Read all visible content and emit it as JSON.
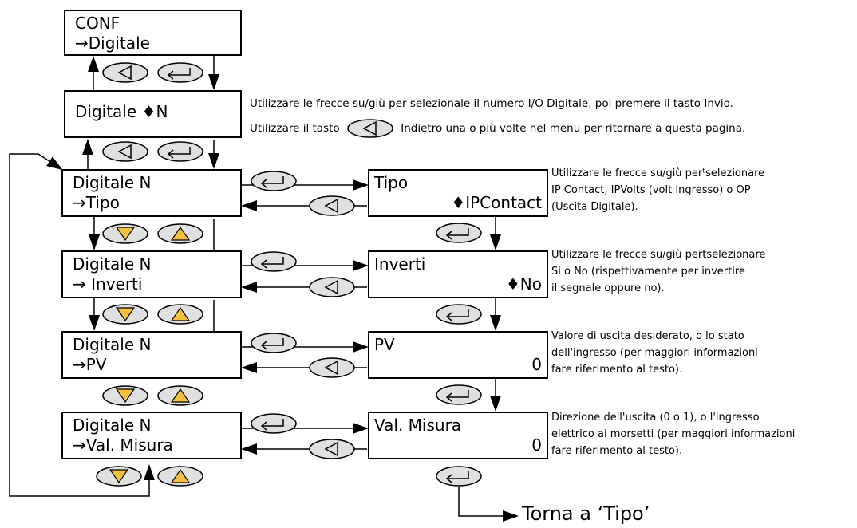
{
  "colors": {
    "up_down_key_fill": "#f5c040",
    "key_fill": "#e0e0e0"
  },
  "boxes": {
    "conf": {
      "line1": "CONF",
      "line2": "→Digitale"
    },
    "digitale_sel": {
      "line1": "Digitale ♦N"
    },
    "tipo_menu": {
      "line1": "Digitale N",
      "line2": "→Tipo"
    },
    "inverti_menu": {
      "line1": "Digitale N",
      "line2": "→ Inverti"
    },
    "pv_menu": {
      "line1": "Digitale N",
      "line2": "→PV"
    },
    "valmisura_menu": {
      "line1": "Digitale N",
      "line2": "→Val. Misura"
    },
    "tipo_val": {
      "line1": "Tipo",
      "line2": "♦IPContact"
    },
    "inverti_val": {
      "line1": "Inverti",
      "line2": "♦No"
    },
    "pv_val": {
      "line1": "PV",
      "line2": "0"
    },
    "valmisura_val": {
      "line1": "Val. Misura",
      "line2": "0"
    }
  },
  "notes": {
    "top1": "Utilizzare le frecce su/giù per selezionale il numero I/O Digitale, poi premere il tasto Invio.",
    "top2_a": "Utilizzare il tasto",
    "top2_b": "Indietro una o più volte nel menu per ritornare a questa pagina.",
    "tipo": [
      "Utilizzare le frecce su/giù perᵗselezionare",
      "IP Contact, IPVolts (volt Ingresso) o OP",
      "(Uscita Digitale)."
    ],
    "inverti": [
      "Utilizzare le frecce su/giù pertselezionare",
      "Si o No (rispettivamente per invertire",
      "il segnale oppure no)."
    ],
    "pv": [
      "Valore di uscita desiderato, o lo stato",
      "dell'ingresso (per maggiori informazioni",
      "fare riferimento al testo)."
    ],
    "valmisura": [
      "Direzione dell'uscita (0 o 1), o l'ingresso",
      "elettrico ai morsetti (per maggiori informazioni",
      "fare riferimento al testo)."
    ]
  },
  "torna": "Torna a ‘Tipo’"
}
